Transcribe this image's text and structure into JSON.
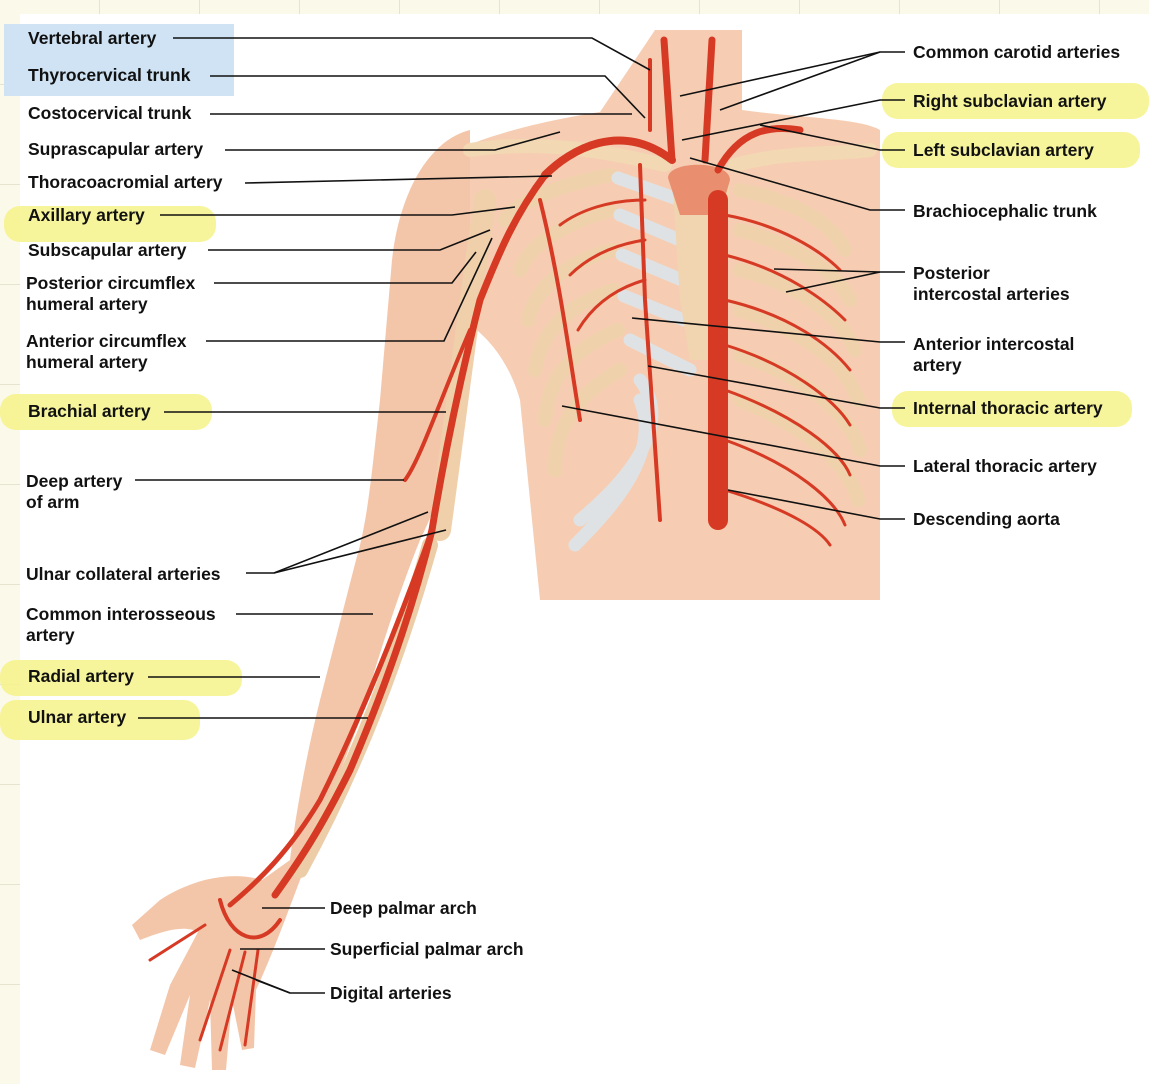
{
  "labels": {
    "vertebral": "Vertebral artery",
    "thyrocervical": "Thyrocervical trunk",
    "costocervical": "Costocervical trunk",
    "suprascapular": "Suprascapular artery",
    "thoracoacromial": "Thoracoacromial artery",
    "axillary": "Axillary artery",
    "subscapular": "Subscapular artery",
    "posterior_circumflex_1": "Posterior circumflex",
    "posterior_circumflex_2": "humeral artery",
    "anterior_circumflex_1": "Anterior circumflex",
    "anterior_circumflex_2": "humeral artery",
    "brachial": "Brachial artery",
    "deep_artery_1": "Deep artery",
    "deep_artery_2": "of arm",
    "ulnar_collateral": "Ulnar collateral arteries",
    "common_interosseous_1": "Common interosseous",
    "common_interosseous_2": "artery",
    "radial": "Radial artery",
    "ulnar": "Ulnar artery",
    "deep_palmar": "Deep palmar arch",
    "superficial_palmar": "Superficial palmar arch",
    "digital": "Digital arteries",
    "common_carotid": "Common carotid arteries",
    "right_subclavian": "Right subclavian artery",
    "left_subclavian": "Left subclavian artery",
    "brachiocephalic": "Brachiocephalic trunk",
    "posterior_intercostal_1": "Posterior",
    "posterior_intercostal_2": "intercostal arteries",
    "anterior_intercostal_1": "Anterior intercostal",
    "anterior_intercostal_2": "artery",
    "internal_thoracic": "Internal thoracic artery",
    "lateral_thoracic": "Lateral thoracic artery",
    "descending_aorta": "Descending aorta"
  },
  "colors": {
    "artery": "#d63a24",
    "skin": "#f6cdb2",
    "bone": "#f3d9b5",
    "cartilage": "#d8dde0",
    "highlight_yellow": "#f6f38a",
    "highlight_blue": "#cfe3f4",
    "leader": "#111111"
  }
}
